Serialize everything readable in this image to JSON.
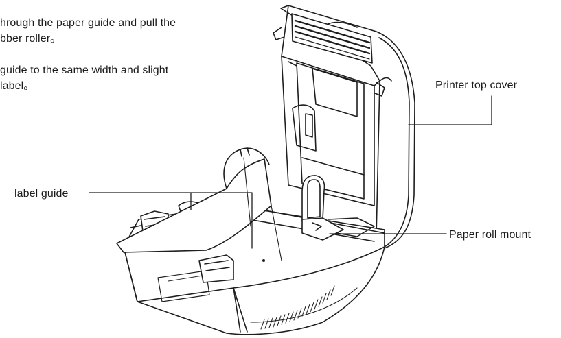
{
  "instructions": {
    "line1": "hrough the paper guide and pull the",
    "line2": "bber roller。",
    "line3": "guide to the same width and slight",
    "line4": "label。"
  },
  "callouts": {
    "top_cover": "Printer top cover",
    "label_guide": "label guide",
    "roll_mount": "Paper roll mount"
  }
}
